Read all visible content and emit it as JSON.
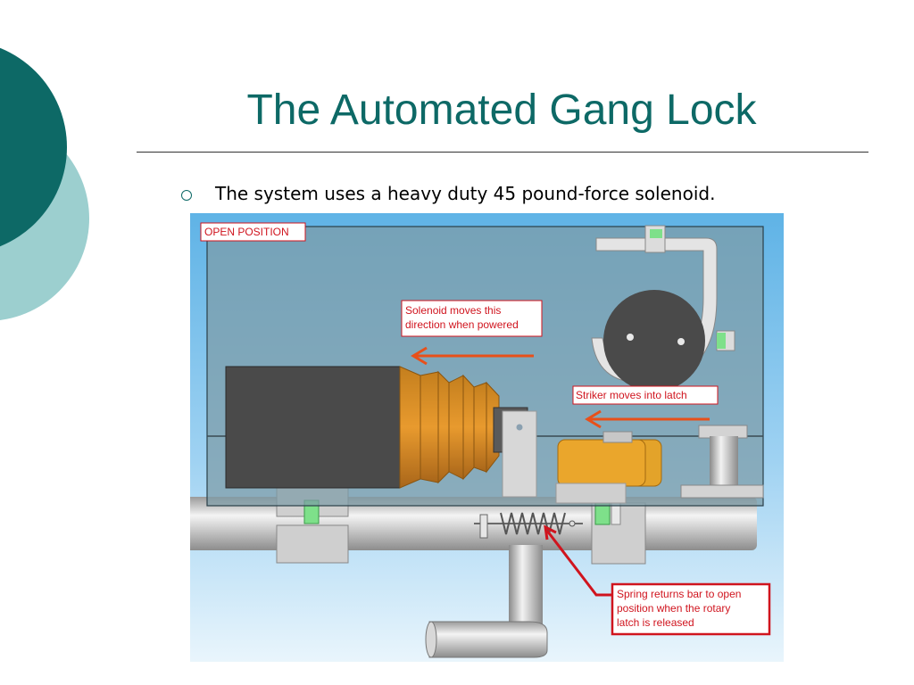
{
  "slide": {
    "title": "The Automated Gang Lock",
    "bullet": "The system uses a heavy duty 45 pound-force solenoid."
  },
  "diagram": {
    "labels": {
      "open_position": "OPEN POSITION",
      "solenoid_line1": "Solenoid moves this",
      "solenoid_line2": "direction when powered",
      "striker": "Striker moves into latch",
      "spring_line1": "Spring returns bar to open",
      "spring_line2": "position when the rotary",
      "spring_line3": "latch is released"
    }
  },
  "colors": {
    "theme_dark_teal": "#0d6966",
    "theme_light_teal": "#9ccfcf",
    "arrow_orange": "#e8501a",
    "callout_red": "#d0141e"
  }
}
